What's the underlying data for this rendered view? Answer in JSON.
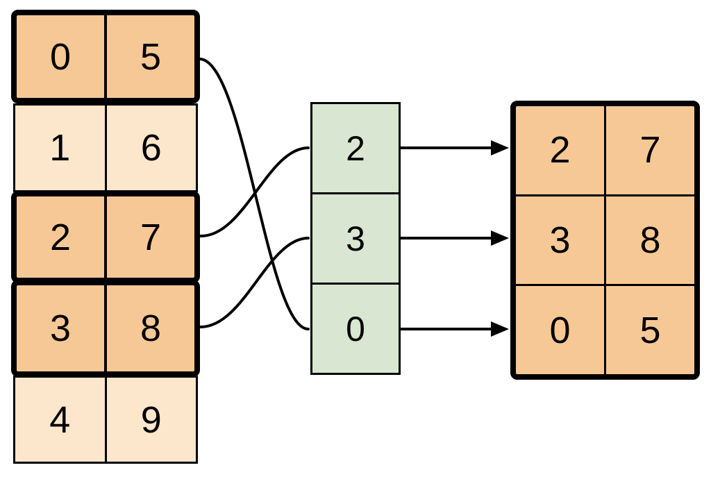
{
  "colors": {
    "highlight_fill": "#F6C896",
    "muted_fill": "#FCE6CC",
    "index_fill": "#D9E7D2",
    "stroke": "#000000",
    "background": "#FFFFFF"
  },
  "left_table": {
    "rows": [
      {
        "cells": [
          "0",
          "5"
        ],
        "highlighted": true
      },
      {
        "cells": [
          "1",
          "6"
        ],
        "highlighted": false
      },
      {
        "cells": [
          "2",
          "7"
        ],
        "highlighted": true
      },
      {
        "cells": [
          "3",
          "8"
        ],
        "highlighted": true
      },
      {
        "cells": [
          "4",
          "9"
        ],
        "highlighted": false
      }
    ]
  },
  "index_column": {
    "cells": [
      "2",
      "3",
      "0"
    ]
  },
  "right_table": {
    "rows": [
      {
        "cells": [
          "2",
          "7"
        ]
      },
      {
        "cells": [
          "3",
          "8"
        ]
      },
      {
        "cells": [
          "0",
          "5"
        ]
      }
    ]
  },
  "connections": {
    "left_to_index": [
      {
        "from_left_row": 0,
        "to_index_cell": 2
      },
      {
        "from_left_row": 2,
        "to_index_cell": 0
      },
      {
        "from_left_row": 3,
        "to_index_cell": 1
      }
    ],
    "index_to_right": [
      {
        "from_index_cell": 0,
        "to_right_row": 0
      },
      {
        "from_index_cell": 1,
        "to_right_row": 1
      },
      {
        "from_index_cell": 2,
        "to_right_row": 2
      }
    ]
  }
}
